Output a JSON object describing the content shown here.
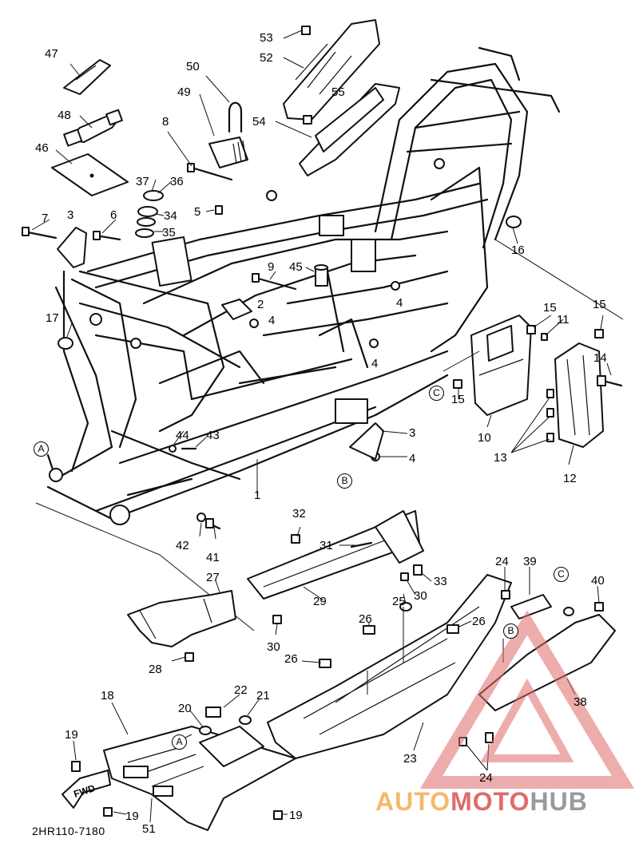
{
  "drawing_code": "2HR110-7180",
  "fwd_label": "FWD",
  "watermark": {
    "part1": "AUTO",
    "part2": "MOTO",
    "part3": "HUB"
  },
  "callouts": [
    {
      "id": "c47",
      "text": "47"
    },
    {
      "id": "c48",
      "text": "48"
    },
    {
      "id": "c46",
      "text": "46"
    },
    {
      "id": "c53",
      "text": "53"
    },
    {
      "id": "c52",
      "text": "52"
    },
    {
      "id": "c55",
      "text": "55"
    },
    {
      "id": "c54",
      "text": "54"
    },
    {
      "id": "c50",
      "text": "50"
    },
    {
      "id": "c49",
      "text": "49"
    },
    {
      "id": "c8",
      "text": "8"
    },
    {
      "id": "c37",
      "text": "37"
    },
    {
      "id": "c36",
      "text": "36"
    },
    {
      "id": "c34",
      "text": "34"
    },
    {
      "id": "c35",
      "text": "35"
    },
    {
      "id": "c5",
      "text": "5"
    },
    {
      "id": "c7",
      "text": "7"
    },
    {
      "id": "c3a",
      "text": "3"
    },
    {
      "id": "c6",
      "text": "6"
    },
    {
      "id": "c16",
      "text": "16"
    },
    {
      "id": "c9",
      "text": "9"
    },
    {
      "id": "c45",
      "text": "45"
    },
    {
      "id": "c2",
      "text": "2"
    },
    {
      "id": "c4a",
      "text": "4"
    },
    {
      "id": "c4b",
      "text": "4"
    },
    {
      "id": "c4c",
      "text": "4"
    },
    {
      "id": "c17",
      "text": "17"
    },
    {
      "id": "c15a",
      "text": "15"
    },
    {
      "id": "c11",
      "text": "11"
    },
    {
      "id": "c15b",
      "text": "15"
    },
    {
      "id": "c14",
      "text": "14"
    },
    {
      "id": "c15c",
      "text": "15"
    },
    {
      "id": "c10",
      "text": "10"
    },
    {
      "id": "c13",
      "text": "13"
    },
    {
      "id": "c12",
      "text": "12"
    },
    {
      "id": "c3b",
      "text": "3"
    },
    {
      "id": "c4d",
      "text": "4"
    },
    {
      "id": "c44",
      "text": "44"
    },
    {
      "id": "c43",
      "text": "43"
    },
    {
      "id": "c1",
      "text": "1"
    },
    {
      "id": "c42",
      "text": "42"
    },
    {
      "id": "c41",
      "text": "41"
    },
    {
      "id": "c32",
      "text": "32"
    },
    {
      "id": "c31",
      "text": "31"
    },
    {
      "id": "c33",
      "text": "33"
    },
    {
      "id": "c29",
      "text": "29"
    },
    {
      "id": "c30a",
      "text": "30"
    },
    {
      "id": "c27",
      "text": "27"
    },
    {
      "id": "c25",
      "text": "25"
    },
    {
      "id": "c24a",
      "text": "24"
    },
    {
      "id": "c39",
      "text": "39"
    },
    {
      "id": "c40",
      "text": "40"
    },
    {
      "id": "c26a",
      "text": "26"
    },
    {
      "id": "c26b",
      "text": "26"
    },
    {
      "id": "c26c",
      "text": "26"
    },
    {
      "id": "c30b",
      "text": "30"
    },
    {
      "id": "c28",
      "text": "28"
    },
    {
      "id": "c38",
      "text": "38"
    },
    {
      "id": "c22",
      "text": "22"
    },
    {
      "id": "c21",
      "text": "21"
    },
    {
      "id": "c20",
      "text": "20"
    },
    {
      "id": "c18",
      "text": "18"
    },
    {
      "id": "c19a",
      "text": "19"
    },
    {
      "id": "c23",
      "text": "23"
    },
    {
      "id": "c24b",
      "text": "24"
    },
    {
      "id": "c19b",
      "text": "19"
    },
    {
      "id": "c19c",
      "text": "19"
    },
    {
      "id": "c51",
      "text": "51"
    }
  ],
  "refs": [
    {
      "id": "rA1",
      "text": "A"
    },
    {
      "id": "rB1",
      "text": "B"
    },
    {
      "id": "rC1",
      "text": "C"
    },
    {
      "id": "rC2",
      "text": "C"
    },
    {
      "id": "rB2",
      "text": "B"
    },
    {
      "id": "rA2",
      "text": "A"
    }
  ]
}
